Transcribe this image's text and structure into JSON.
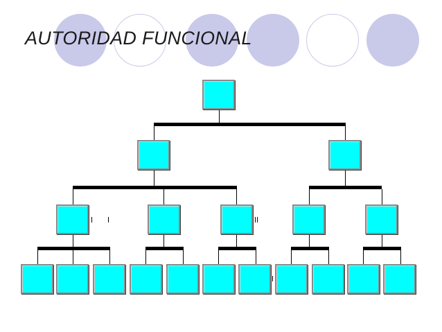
{
  "slide": {
    "title": "AUTORIDAD FUNCIONAL"
  },
  "theme": {
    "box_fill": "#00ffff",
    "circle_color": "#c9c9ea",
    "line_color": "#000000"
  },
  "org_chart": {
    "levels": [
      {
        "level": 1,
        "unit_count": 1
      },
      {
        "level": 2,
        "unit_count": 2
      },
      {
        "level": 3,
        "unit_count": 5
      },
      {
        "level": 4,
        "unit_count": 11
      }
    ]
  }
}
